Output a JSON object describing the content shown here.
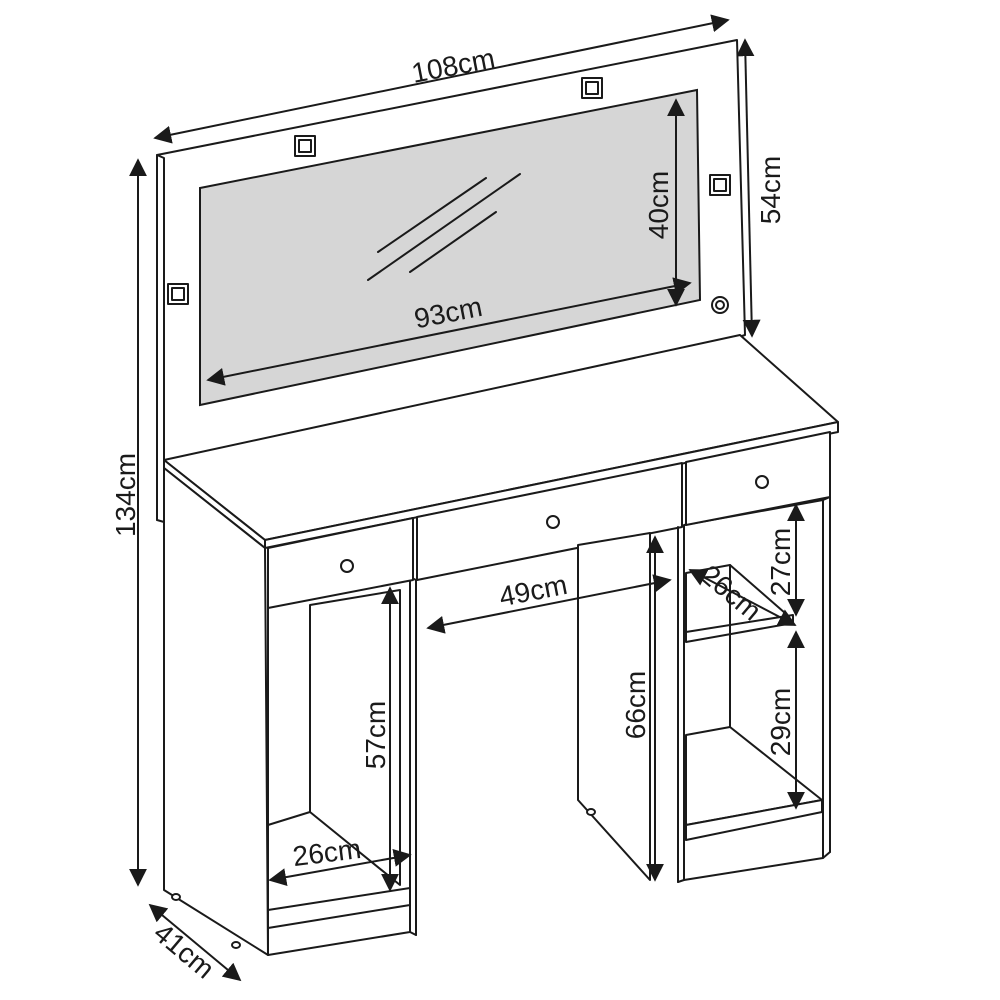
{
  "dimensions": {
    "total_width": "108cm",
    "mirror_height_panel": "54cm",
    "mirror_glass_height": "40cm",
    "mirror_glass_width": "93cm",
    "total_height": "134cm",
    "knee_width": "49cm",
    "right_shelf_depth": "26cm",
    "right_upper_height": "27cm",
    "right_lower_height": "29cm",
    "left_cabinet_height": "57cm",
    "left_cabinet_width": "26cm",
    "knee_height": "66cm",
    "depth": "41cm"
  },
  "colors": {
    "mirror": "#d6d6d6",
    "stroke": "#1a1a1a"
  }
}
